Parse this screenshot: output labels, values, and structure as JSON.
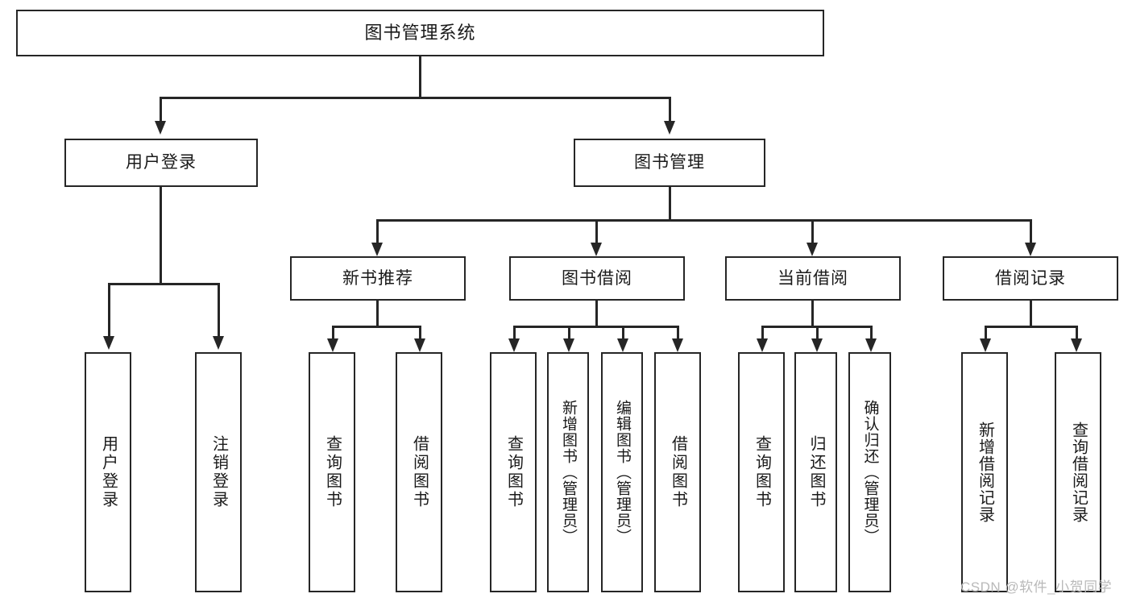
{
  "diagram": {
    "title": "图书管理系统",
    "type": "tree-hierarchy",
    "root": {
      "label": "图书管理系统"
    },
    "level1": [
      {
        "id": "user-login",
        "label": "用户登录"
      },
      {
        "id": "book-management",
        "label": "图书管理"
      }
    ],
    "level2": [
      {
        "id": "new-book-recommend",
        "label": "新书推荐",
        "parent": "book-management"
      },
      {
        "id": "book-borrow",
        "label": "图书借阅",
        "parent": "book-management"
      },
      {
        "id": "current-borrow",
        "label": "当前借阅",
        "parent": "book-management"
      },
      {
        "id": "borrow-record",
        "label": "借阅记录",
        "parent": "book-management"
      }
    ],
    "leaves": {
      "user_login": [
        {
          "id": "leaf-user-login",
          "label": "用户登录"
        },
        {
          "id": "leaf-logout-login",
          "label": "注销登录"
        }
      ],
      "new_book_recommend": [
        {
          "id": "leaf-query-book-1",
          "label": "查询图书"
        },
        {
          "id": "leaf-borrow-book-1",
          "label": "借阅图书"
        }
      ],
      "book_borrow": [
        {
          "id": "leaf-query-book-2",
          "label": "查询图书"
        },
        {
          "id": "leaf-add-book",
          "label": "新增图书（管理员）"
        },
        {
          "id": "leaf-edit-book",
          "label": "编辑图书（管理员）"
        },
        {
          "id": "leaf-borrow-book-2",
          "label": "借阅图书"
        }
      ],
      "current_borrow": [
        {
          "id": "leaf-query-book-3",
          "label": "查询图书"
        },
        {
          "id": "leaf-return-book",
          "label": "归还图书"
        },
        {
          "id": "leaf-confirm-return",
          "label": "确认归还（管理员）"
        }
      ],
      "borrow_record": [
        {
          "id": "leaf-add-record",
          "label": "新增借阅记录"
        },
        {
          "id": "leaf-query-record",
          "label": "查询借阅记录"
        }
      ]
    }
  },
  "watermark": {
    "text": "CSDN @软件_小贺同学"
  },
  "colors": {
    "stroke": "#262626",
    "text": "#1a1a1a",
    "background": "#ffffff",
    "watermark": "#b9b9b9"
  }
}
